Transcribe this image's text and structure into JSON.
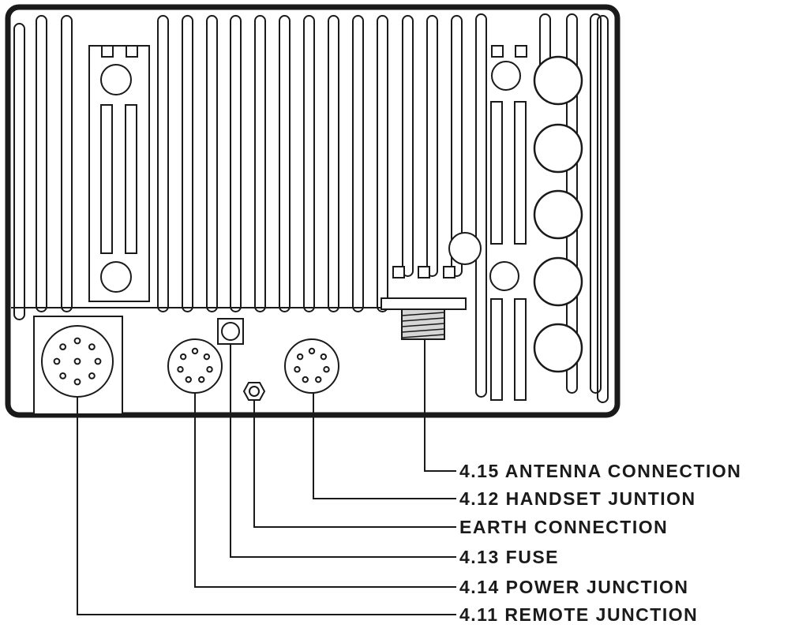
{
  "labels": [
    {
      "id": "antenna",
      "text": "4.15  ANTENNA  CONNECTION"
    },
    {
      "id": "handset",
      "text": "4.12  HANDSET  JUNTION"
    },
    {
      "id": "earth",
      "text": "EARTH  CONNECTION"
    },
    {
      "id": "fuse",
      "text": "4.13  FUSE"
    },
    {
      "id": "power",
      "text": "4.14  POWER  JUNCTION"
    },
    {
      "id": "remote",
      "text": "4.11  REMOTE  JUNCTION"
    }
  ],
  "colors": {
    "ink": "#1a1a1a",
    "paper": "#ffffff"
  }
}
